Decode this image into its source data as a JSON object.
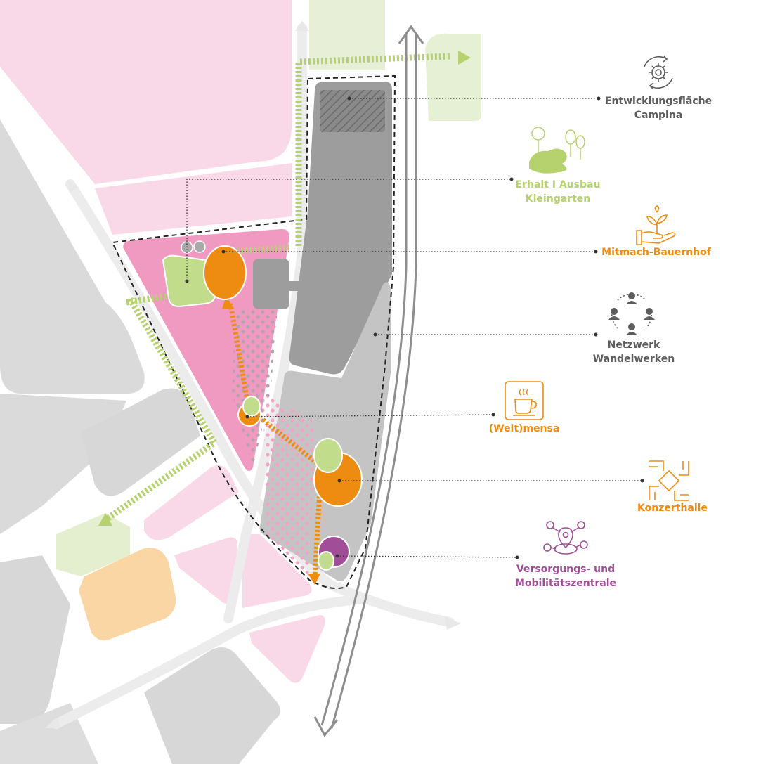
{
  "colors": {
    "grey": "#5d5d5d",
    "green": "#b5d26e",
    "orange": "#ee8b11",
    "purple": "#a24d98",
    "pink": "#f09ac2",
    "pinkLight": "#f9d9e7",
    "greenLight": "#e6f0d4",
    "peach": "#fbd6a5"
  },
  "legend": [
    {
      "id": "campina",
      "icon": "gear-cycle-icon",
      "color": "grey",
      "lines": [
        "Entwicklungsfläche",
        "Campina"
      ]
    },
    {
      "id": "kleingarten",
      "icon": "trees-icon",
      "color": "green",
      "lines": [
        "Erhalt I Ausbau",
        "Kleingarten"
      ]
    },
    {
      "id": "bauernhof",
      "icon": "hand-plant-icon",
      "color": "orange",
      "lines": [
        "Mitmach-Bauernhof"
      ]
    },
    {
      "id": "netzwerk",
      "icon": "people-network-icon",
      "color": "grey",
      "lines": [
        "Netzwerk",
        "Wandelwerken"
      ]
    },
    {
      "id": "mensa",
      "icon": "coffee-cup-icon",
      "color": "orange",
      "lines": [
        "(Welt)mensa"
      ]
    },
    {
      "id": "konzerthalle",
      "icon": "joined-hands-icon",
      "color": "orange",
      "lines": [
        "Konzerthalle"
      ]
    },
    {
      "id": "versorgung",
      "icon": "location-hub-icon",
      "color": "purple",
      "lines": [
        "Versorgungs- und",
        "Mobilitätszentrale"
      ]
    }
  ]
}
